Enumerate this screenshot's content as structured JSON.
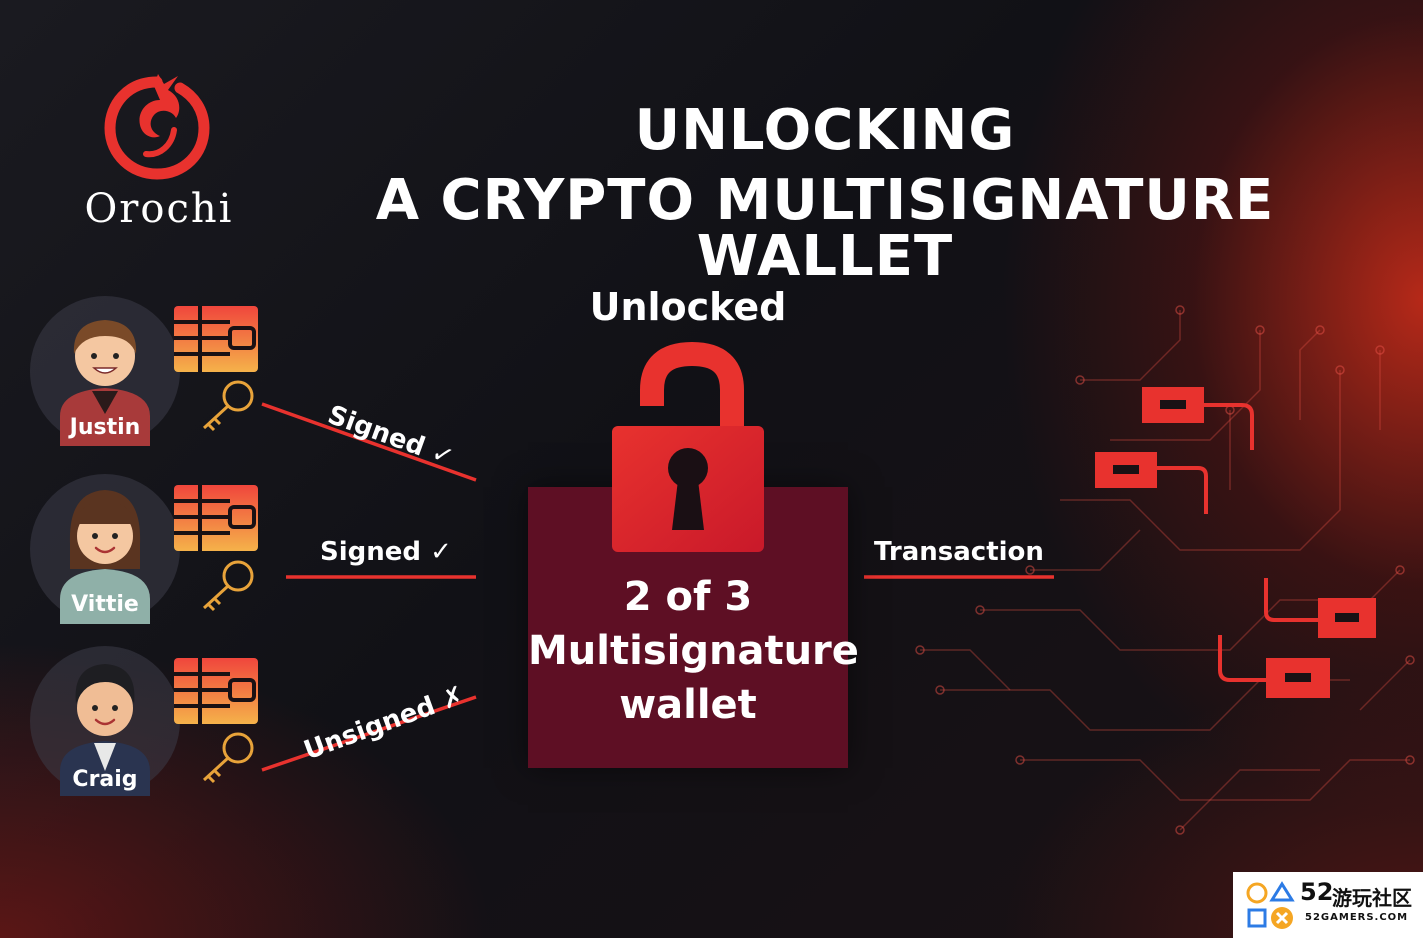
{
  "brand": {
    "name": "Orochi"
  },
  "title": {
    "line1": "UNLOCKING",
    "line2": "A CRYPTO MULTISIGNATURE WALLET"
  },
  "status_label": "Unlocked",
  "wallet": {
    "line1": "2 of 3",
    "line2": "Multisignature",
    "line3": "wallet"
  },
  "signers": [
    {
      "name": "Justin",
      "status": "Signed",
      "mark": "check-icon"
    },
    {
      "name": "Vittie",
      "status": "Signed",
      "mark": "check-icon"
    },
    {
      "name": "Craig",
      "status": "Unsigned",
      "mark": "cross-icon"
    }
  ],
  "output_label": "Transaction",
  "watermark": {
    "number": "52",
    "cn": "游玩社区",
    "en": "52GAMERS.COM"
  },
  "colors": {
    "accent": "#e8322e",
    "wallet_box": "#5e0f24",
    "key": "#e8a33a",
    "card_top": "#f0463c",
    "card_bottom": "#f5b24a"
  }
}
